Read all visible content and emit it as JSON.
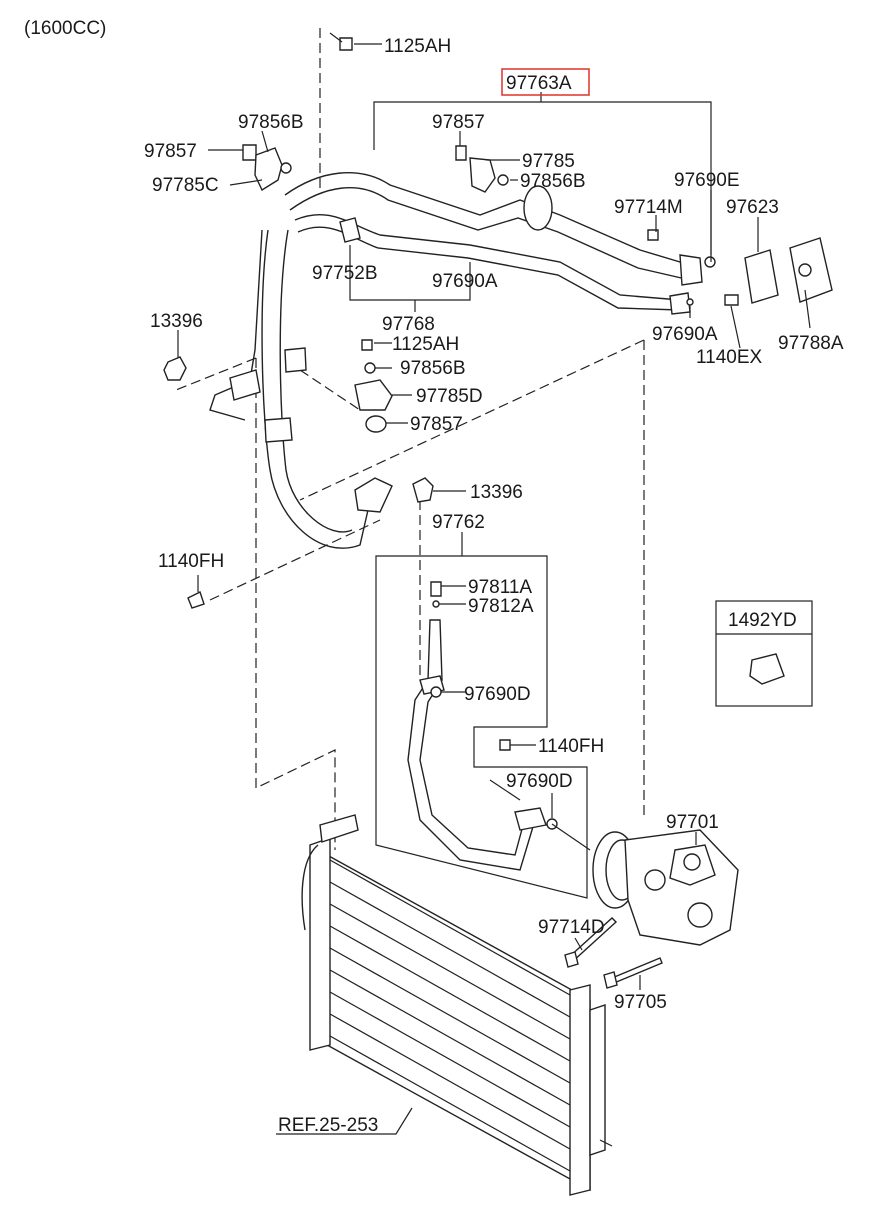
{
  "header": {
    "engine": "(1600CC)"
  },
  "labels": {
    "l_1125AH_top": "1125AH",
    "l_97763A": "97763A",
    "l_97856B_left": "97856B",
    "l_97857_left": "97857",
    "l_97785C": "97785C",
    "l_97857_mid": "97857",
    "l_97785": "97785",
    "l_97856B_mid": "97856B",
    "l_97690E": "97690E",
    "l_97714M": "97714M",
    "l_97623": "97623",
    "l_97752B": "97752B",
    "l_97690A_a": "97690A",
    "l_13396_left": "13396",
    "l_97768": "97768",
    "l_1125AH_mid": "1125AH",
    "l_97856B_low": "97856B",
    "l_97785D": "97785D",
    "l_97857_low": "97857",
    "l_97690A_b": "97690A",
    "l_1140EX": "1140EX",
    "l_97788A": "97788A",
    "l_13396_mid": "13396",
    "l_97762": "97762",
    "l_1140FH_left": "1140FH",
    "l_97811A": "97811A",
    "l_97812A": "97812A",
    "l_1492YD": "1492YD",
    "l_97690D_a": "97690D",
    "l_1140FH_mid": "1140FH",
    "l_97690D_b": "97690D",
    "l_97701": "97701",
    "l_97714D": "97714D",
    "l_97705": "97705",
    "l_ref": "REF.25-253"
  },
  "colors": {
    "highlight": "#e0302a",
    "ink": "#222222"
  }
}
